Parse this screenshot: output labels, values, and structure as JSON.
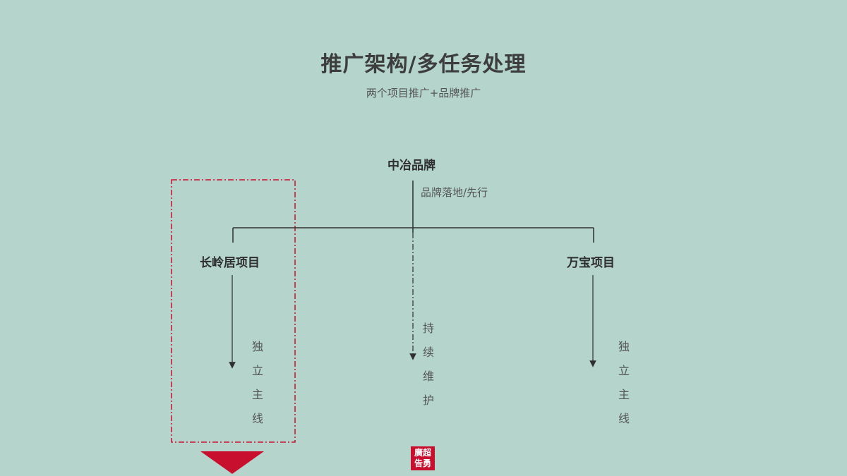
{
  "header": {
    "title": "推广架构/多任务处理",
    "subtitle": "两个项目推广+品牌推广"
  },
  "diagram": {
    "root": {
      "label": "中冶品牌",
      "note": "品牌落地/先行"
    },
    "left": {
      "label": "长岭居项目",
      "vertical_text": "独立主线"
    },
    "center": {
      "vertical_text": "持续维护"
    },
    "right": {
      "label": "万宝项目",
      "vertical_text": "独立主线"
    }
  },
  "logo": {
    "text": "廣超告勇"
  },
  "colors": {
    "background": "#b4d4cc",
    "line": "#2f2f2f",
    "highlight": "#c8102e"
  }
}
